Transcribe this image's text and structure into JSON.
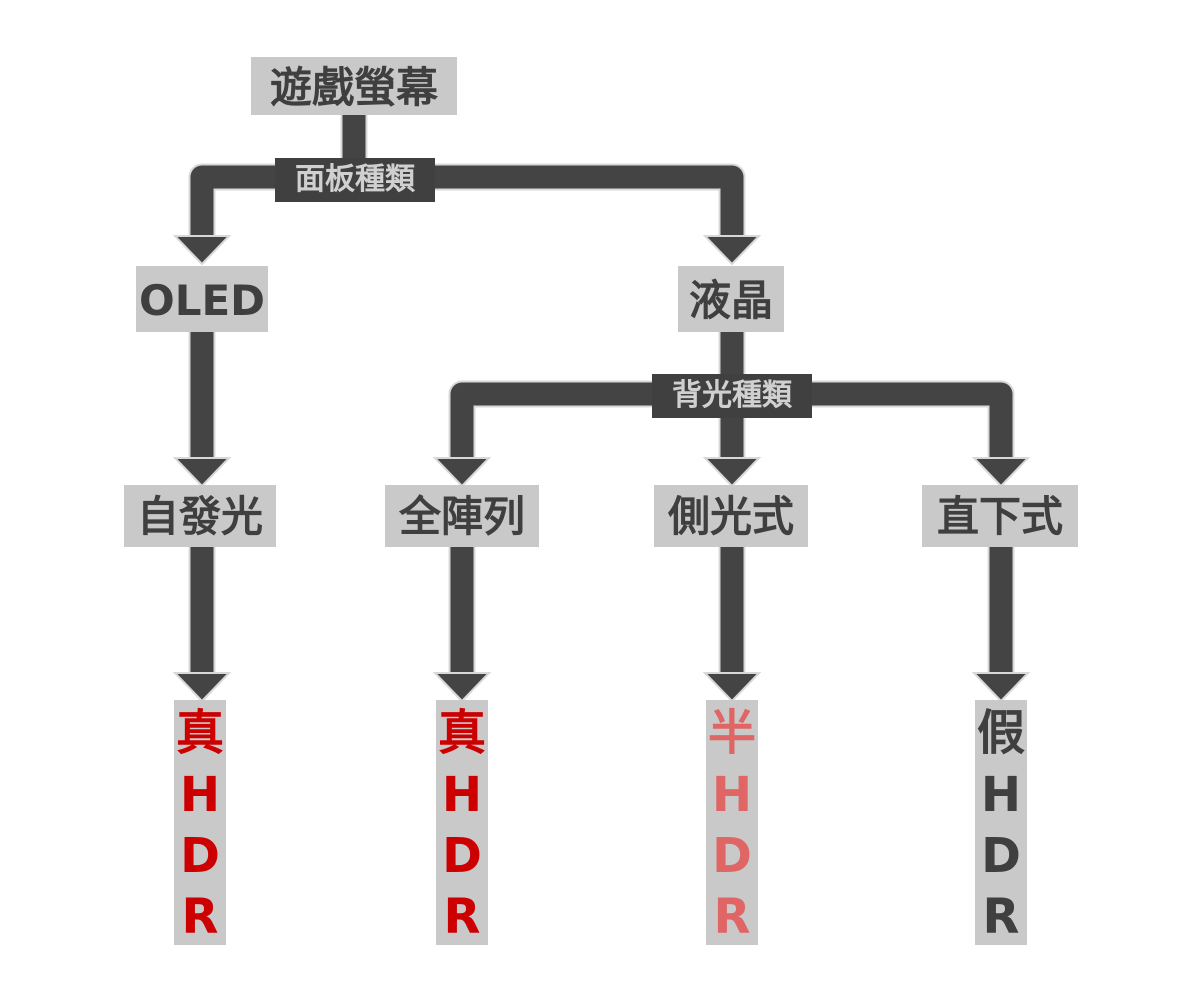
{
  "diagram": {
    "root": "遊戲螢幕",
    "edge_labels": {
      "panel_type": "面板種類",
      "backlight_type": "背光種類"
    },
    "panel_types": {
      "oled": "OLED",
      "lcd": "液晶"
    },
    "lighting": {
      "self_emissive": "自發光",
      "full_array": "全陣列",
      "edge_lit": "側光式",
      "direct_lit": "直下式"
    },
    "results": {
      "self_emissive": [
        "真",
        "H",
        "D",
        "R"
      ],
      "full_array": [
        "真",
        "H",
        "D",
        "R"
      ],
      "edge_lit": [
        "半",
        "H",
        "D",
        "R"
      ],
      "direct_lit": [
        "假",
        "H",
        "D",
        "R"
      ]
    }
  },
  "colors": {
    "arrow": "#444444",
    "node_bg": "#c9c9c9",
    "node_text": "#3f3f3f",
    "label_bg": "#404040",
    "label_text": "#d0d0d0",
    "true_hdr": "#cc0000",
    "half_hdr": "#e06666",
    "fake_hdr": "#3f3f3f"
  }
}
